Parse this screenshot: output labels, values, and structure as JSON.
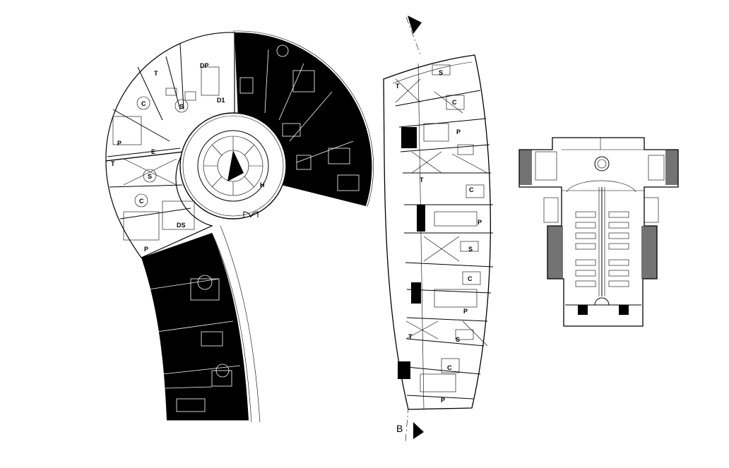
{
  "plan1": {
    "room_labels": [
      "T",
      "DP",
      "D1",
      "C",
      "S",
      "P",
      "E",
      "T",
      "S",
      "C",
      "DS",
      "P",
      "H"
    ]
  },
  "plan2": {
    "room_labels": [
      "T",
      "S",
      "C",
      "P",
      "T",
      "C",
      "P",
      "S",
      "C",
      "P",
      "T",
      "S",
      "C",
      "P"
    ],
    "section_marker": "B"
  },
  "plan3": {
    "room_labels": []
  },
  "colors": {
    "ink": "#000000",
    "paper": "#ffffff"
  },
  "icons": [
    "section-arrow-icon",
    "spiral-stair-icon",
    "furniture-set-icon",
    "door-swing-icon"
  ]
}
